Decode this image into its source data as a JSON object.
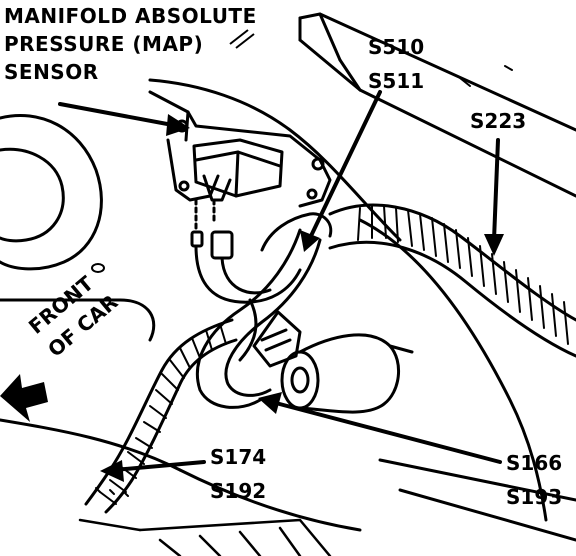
{
  "labels": {
    "map_sensor": [
      "MANIFOLD ABSOLUTE",
      "PRESSURE (MAP)",
      "SENSOR"
    ],
    "front_of_car": [
      "FRONT",
      "OF CAR"
    ],
    "splice_s510_s511": [
      "S510",
      "S511"
    ],
    "splice_s223": "S223",
    "splice_s174_s192": [
      "S174",
      "S192"
    ],
    "splice_s166_s193": [
      "S166",
      "S193"
    ]
  },
  "colors": {
    "ink": "#000000",
    "paper": "#ffffff"
  }
}
